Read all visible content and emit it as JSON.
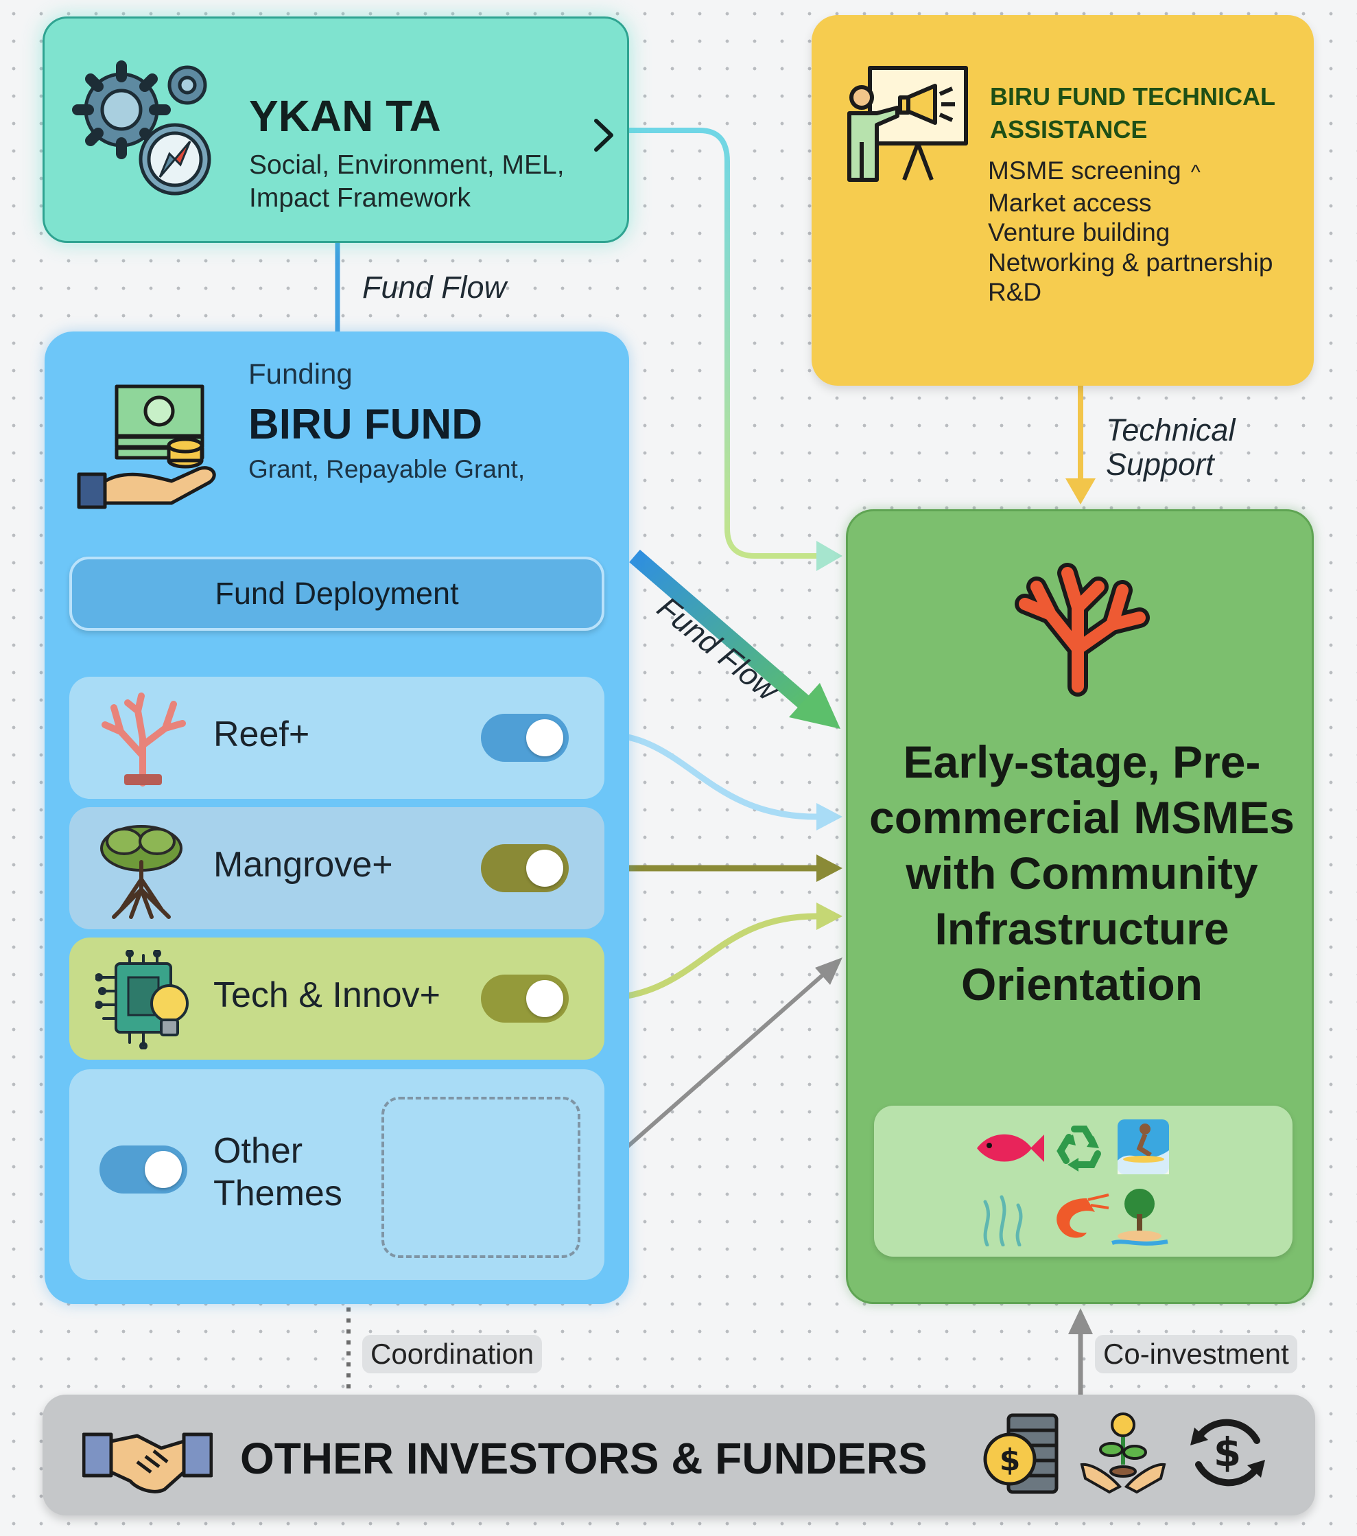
{
  "ykan_ta": {
    "title": "YKAN TA",
    "subtitle": "Social, Environment, MEL, Impact Framework",
    "icon": "gears-compass-icon"
  },
  "technical_assistance": {
    "title": "BIRU FUND TECHNICAL ASSISTANCE",
    "items": [
      "MSME screening",
      "Market access",
      "Venture building",
      "Networking & partnership",
      "R&D"
    ],
    "caret": "^",
    "icon": "presenter-megaphone-icon"
  },
  "biru_fund": {
    "label": "Funding",
    "title": "BIRU FUND",
    "subtitle": "Grant, Repayable Grant,",
    "deployment": "Fund Deployment",
    "icon": "hand-money-icon",
    "themes": [
      {
        "label": "Reef+",
        "icon": "coral-icon",
        "on": true,
        "color": "#4f9fd6"
      },
      {
        "label": "Mangrove+",
        "icon": "mangrove-tree-icon",
        "on": true,
        "color": "#8a8a36"
      },
      {
        "label": "Tech & Innov+",
        "icon": "chip-bulb-icon",
        "on": true,
        "color": "#949a3a"
      },
      {
        "label": "Other Themes",
        "icon": "toggle-icon",
        "on": true,
        "color": "#519fd3"
      }
    ]
  },
  "target": {
    "title": "Early-stage, Pre-commercial MSMEs with Community Infrastructure Orientation",
    "icon": "red-coral-icon",
    "panel_icons": [
      "fish-icon",
      "recycle-icon",
      "surfer-icon",
      "seaweed-icon",
      "shrimp-icon",
      "island-tree-icon"
    ]
  },
  "labels": {
    "fund_flow_top": "Fund Flow",
    "fund_flow_diag": "Fund Flow",
    "technical_support": "Technical Support",
    "coordination": "Coordination",
    "co_investment": "Co-investment"
  },
  "investors": {
    "title": "OTHER INVESTORS & FUNDERS",
    "icons": [
      "handshake-icon",
      "coins-stack-icon",
      "plant-coin-hands-icon",
      "dollar-cycle-icon"
    ]
  },
  "colors": {
    "ykan": "#7fe3cf",
    "ta": "#f6cc4f",
    "biru": "#6dc6f8",
    "target": "#7cbf6e",
    "bottom": "#c5c7c9",
    "ta_title": "#1e4f16"
  }
}
